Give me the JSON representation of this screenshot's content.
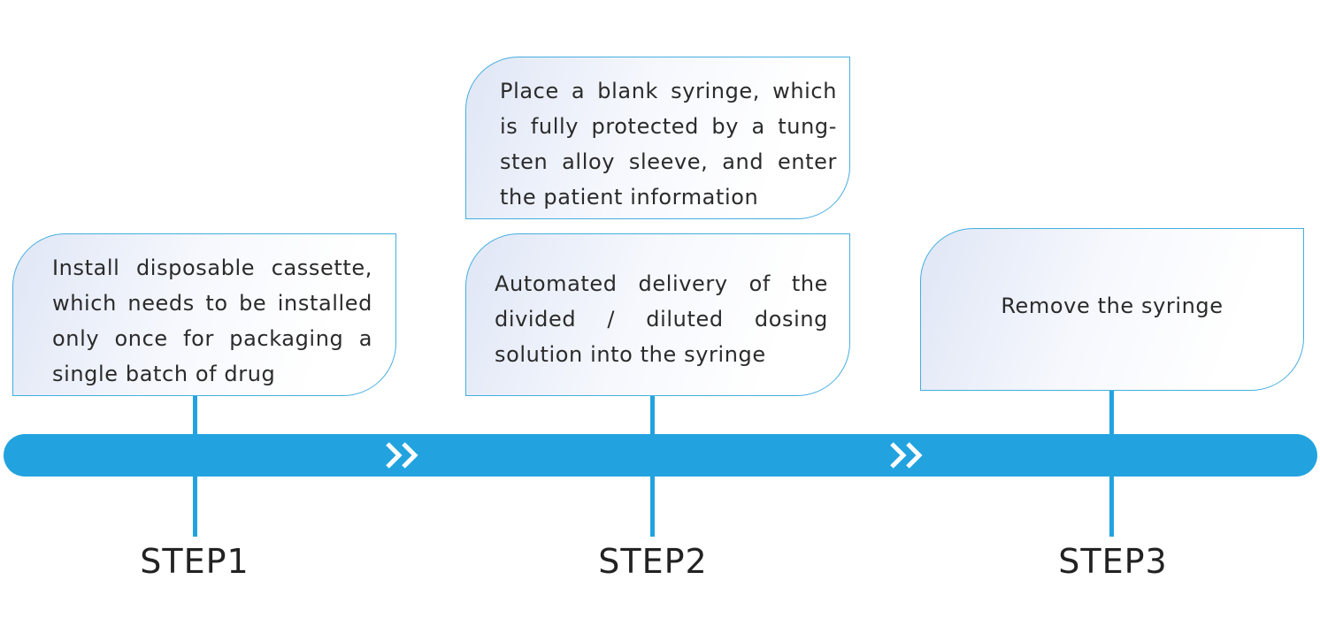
{
  "steps": [
    {
      "label": "STEP1",
      "cards": [
        "Install disposable cassette, which needs to be installed only once for packaging a single batch of drug"
      ]
    },
    {
      "label": "STEP2",
      "cards": [
        "Place a blank syringe, which is fully protected by a tung- sten alloy sleeve, and enter the patient information",
        "Automated delivery of the divided / diluted dosing solution into the syringe"
      ]
    },
    {
      "label": "STEP3",
      "cards": [
        "Remove the syringe"
      ]
    }
  ],
  "colors": {
    "timeline": "#22a3df",
    "card_border": "#45aee0",
    "text": "#2b2b2b"
  },
  "icons": {
    "timeline_arrow": "double-chevron-right-icon"
  }
}
